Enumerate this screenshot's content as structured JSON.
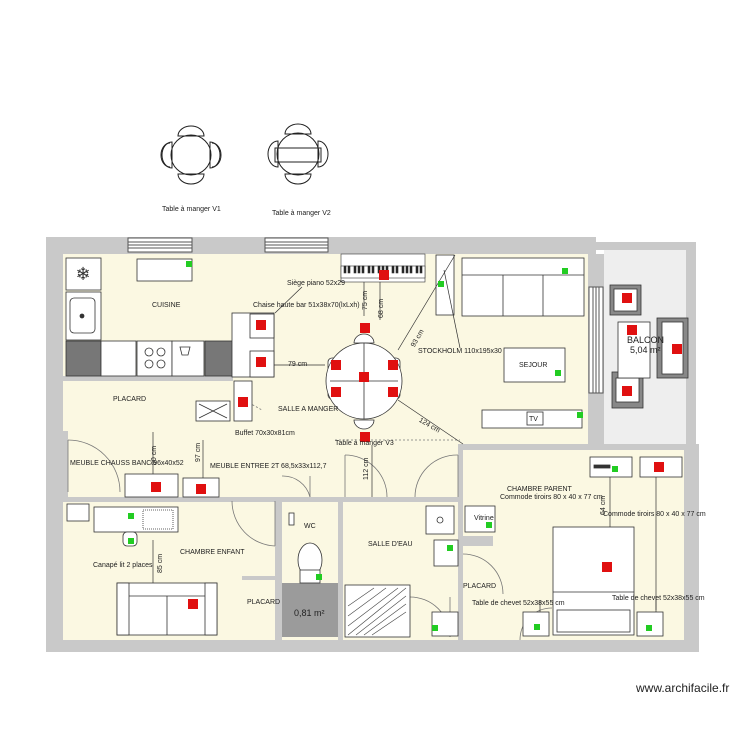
{
  "labels": {
    "table_v1": "Table à manger V1",
    "table_v2": "Table à manger V2",
    "siege_piano": "Siège piano 52x29",
    "cuisine": "CUISINE",
    "chaise_haute": "Chaise haute bar 51x38x70(lxLxh)",
    "dim_75": "75 cm",
    "dim_68": "68 cm",
    "dim_93": "93 cm",
    "stockholm": "STOCKHOLM 110x195x30",
    "sejour": "SEJOUR",
    "balcon": "BALCON",
    "balcon_area": "5,04 m²",
    "dim_79": "79 cm",
    "placard_1": "PLACARD",
    "salle_a_manger": "SALLE A MANGER",
    "buffet": "Buffet 70x30x81cm",
    "dim_124": "124 cm",
    "tv": "TV",
    "table_v3": "Table à manger V3",
    "dim_80": "80 cm",
    "dim_97": "97 cm",
    "dim_112": "112 cm",
    "meuble_chauss": "MEUBLE CHAUSS BANC 96x40x52",
    "meuble_entree": "MEUBLE ENTREE 2T 68,5x33x112,7",
    "chambre_parent": "CHAMBRE PARENT",
    "commode_1": "Commode tiroirs 80 x 40 x 77 cm",
    "commode_2": "Commode tiroirs 80 x 40 x 77 cm",
    "dim_64": "64 cm",
    "wc": "WC",
    "vitrine": "Vitrine",
    "salle_deau": "SALLE D'EAU",
    "chambre_enfant": "CHAMBRE ENFANT",
    "canape": "Canapé lit 2 places",
    "dim_85": "85 cm",
    "placard_2": "PLACARD",
    "placard_3": "PLACARD",
    "wc_area": "0,81 m²",
    "chevet_1": "Table de chevet 52x38x55 cm",
    "chevet_2": "Table de chevet 52x38x55 cm",
    "watermark": "www.archifacile.fr"
  },
  "colors": {
    "wall": "#c9c9c9",
    "floor": "#fbf8e2",
    "balcony_floor": "#eeeeee",
    "marker_red": "#e01010",
    "marker_green": "#22cc22"
  }
}
